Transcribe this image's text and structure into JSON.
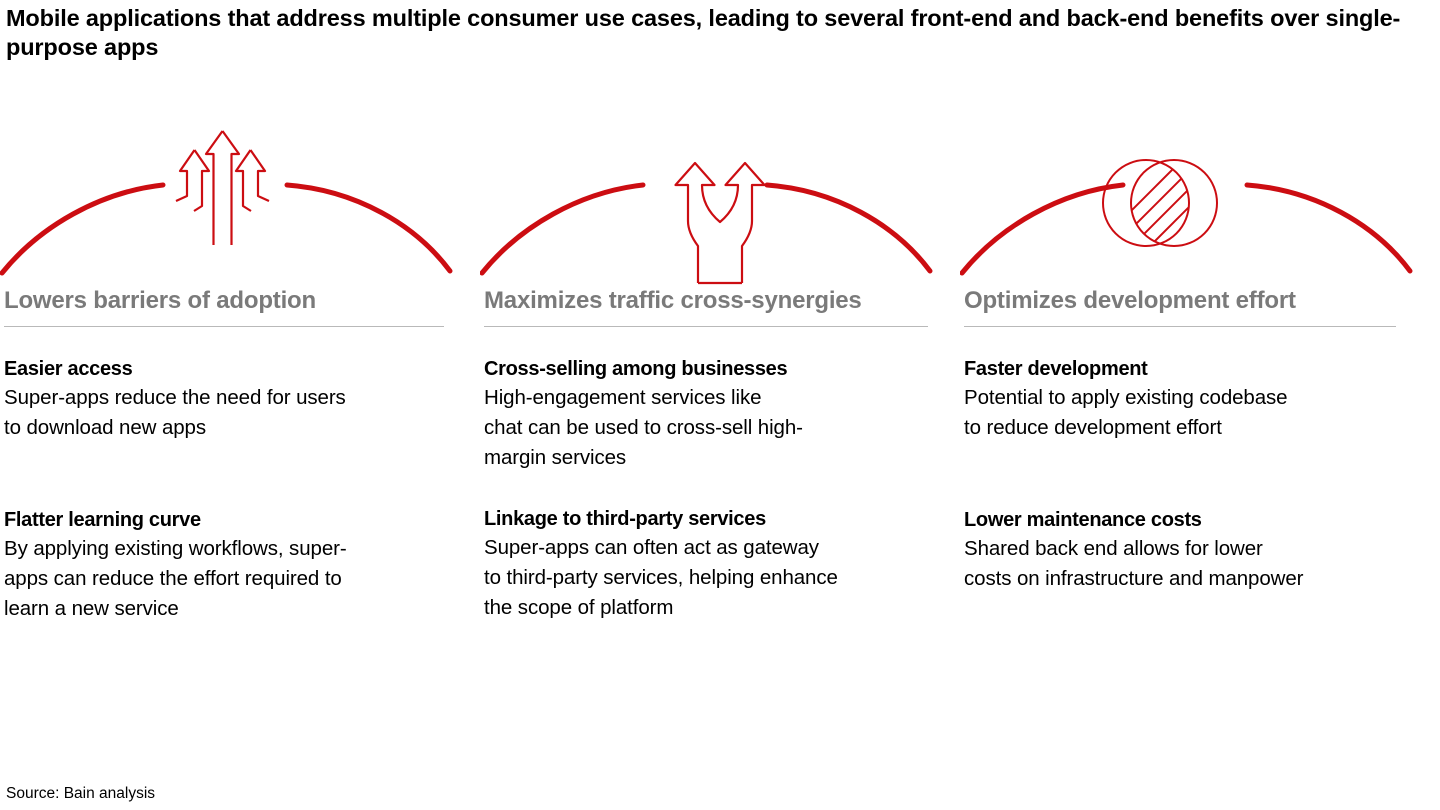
{
  "title": "Mobile applications that address multiple consumer use cases, leading to several front-end and back-end benefits over single-purpose apps",
  "colors": {
    "accent_red": "#CC0D12",
    "header_gray": "#7A7A7A",
    "rule_gray": "#B9B9B9",
    "body_black": "#000000",
    "background": "#FFFFFF"
  },
  "columns": [
    {
      "icon_name": "three-rising-arrows-breaking-barrier-icon",
      "header": "Lowers barriers of adoption",
      "blocks": [
        {
          "title": "Easier access",
          "body": "Super-apps reduce the need for users\nto download new apps"
        },
        {
          "title": "Flatter learning curve",
          "body": "By applying existing workflows, super-\napps can reduce the effort required to\nlearn a new service"
        }
      ]
    },
    {
      "icon_name": "forking-two-way-arrow-icon",
      "header": "Maximizes traffic cross-synergies",
      "blocks": [
        {
          "title": "Cross-selling among businesses",
          "body": "High-engagement services like\nchat can be used to cross-sell high-\nmargin services"
        },
        {
          "title": "Linkage to third-party services",
          "body": "Super-apps can often act as gateway\nto third-party services, helping enhance\nthe scope of platform"
        }
      ]
    },
    {
      "icon_name": "overlapping-circles-venn-icon",
      "header": "Optimizes development effort",
      "blocks": [
        {
          "title": "Faster development",
          "body": "Potential to apply existing codebase\nto reduce development effort"
        },
        {
          "title": "Lower maintenance costs",
          "body": "Shared back end allows for lower\ncosts on infrastructure and manpower"
        }
      ]
    }
  ],
  "source": "Source: Bain analysis"
}
